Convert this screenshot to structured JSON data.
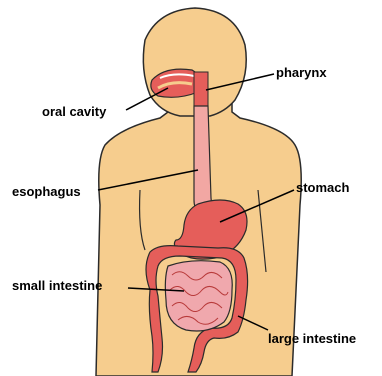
{
  "labels": {
    "pharynx": "pharynx",
    "oral_cavity": "oral cavity",
    "esophagus": "esophagus",
    "stomach": "stomach",
    "small_intestine": "small intestine",
    "large_intestine": "large intestine"
  },
  "colors": {
    "skin": "#f6cd8e",
    "outline": "#2b2b2b",
    "organ_red": "#e55e5a",
    "organ_dark": "#b83a3a",
    "esophagus_pink": "#f2a7a3",
    "small_intestine_pink": "#f0a8ad",
    "leader_line": "#000000"
  }
}
